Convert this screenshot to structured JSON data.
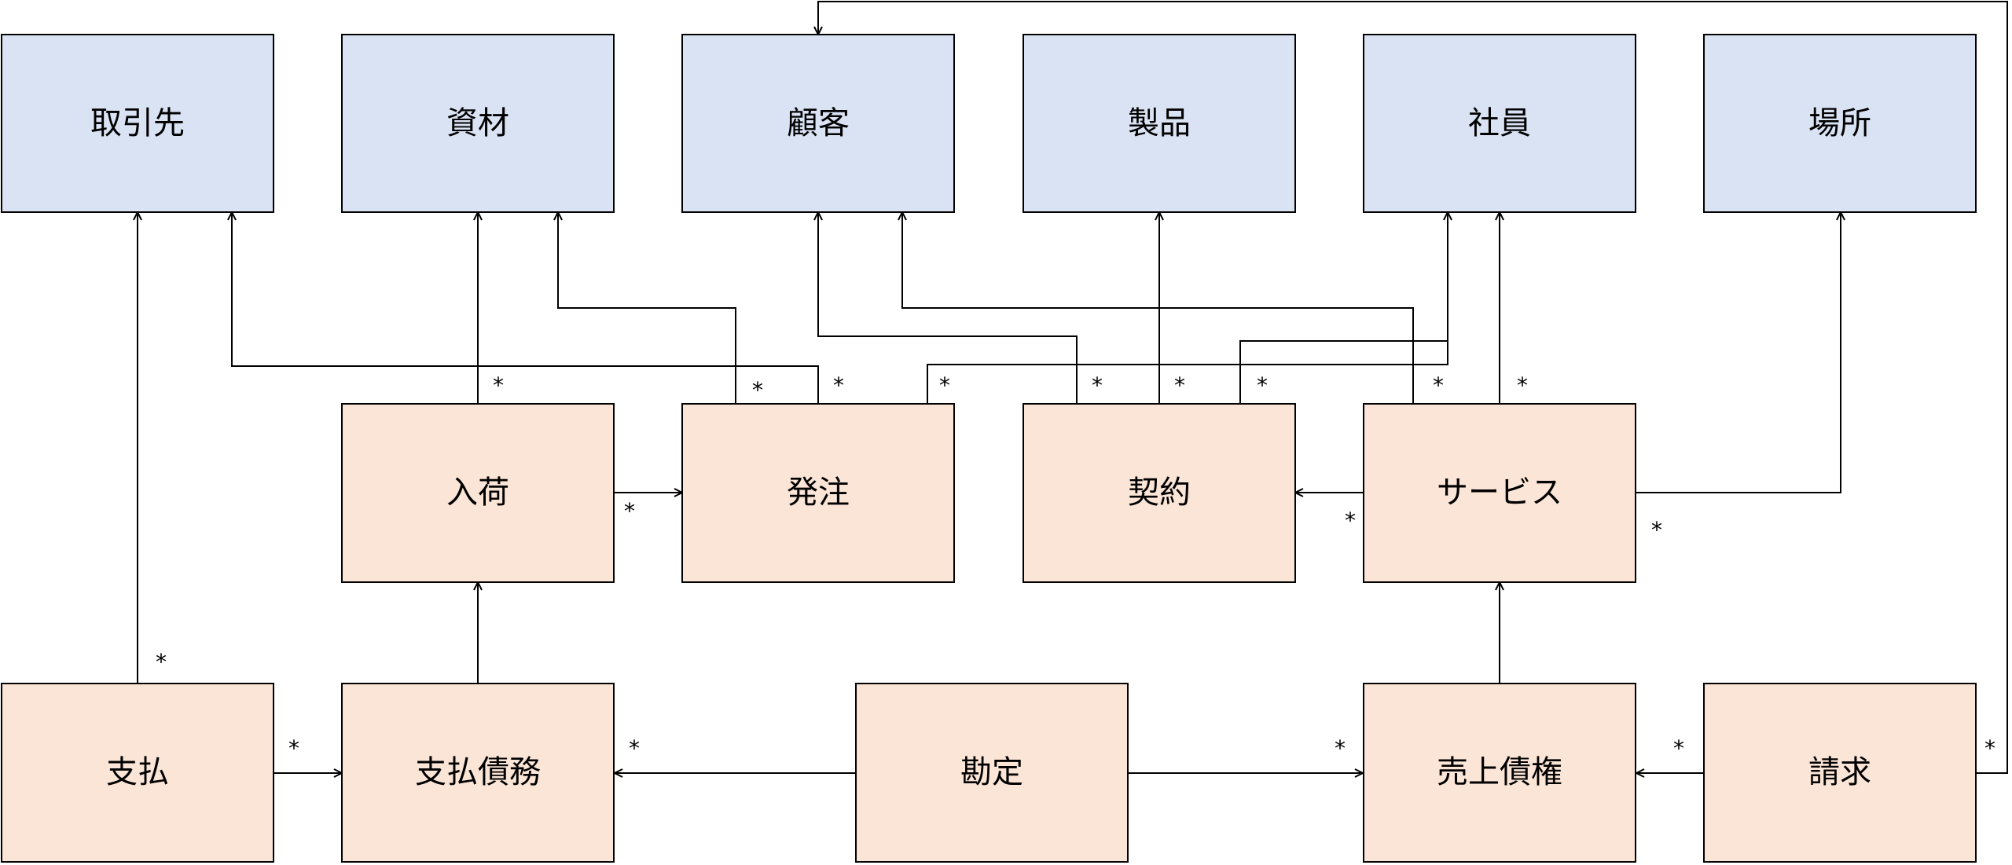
{
  "colors": {
    "master_fill": "#dae3f3",
    "transaction_fill": "#fbe5d6",
    "line": "#000000"
  },
  "entities": {
    "torihikisaki": "取引先",
    "shizai": "資材",
    "kokyaku": "顧客",
    "seihin": "製品",
    "shain": "社員",
    "basho": "場所",
    "nyuka": "入荷",
    "hatchu": "発注",
    "keiyaku": "契約",
    "service": "サービス",
    "shiharai": "支払",
    "shiharai_saimu": "支払債務",
    "kanjo": "勘定",
    "uriage_saiken": "売上債権",
    "seikyu": "請求"
  },
  "multiplicity_symbol": "*"
}
